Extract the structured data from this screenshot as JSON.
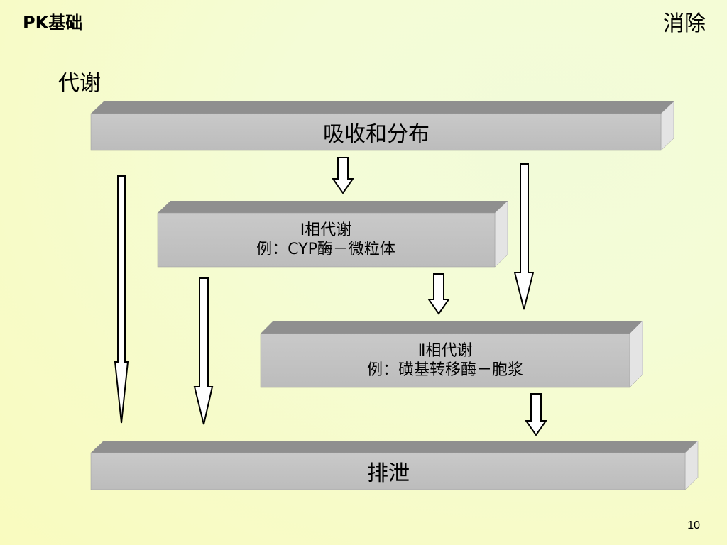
{
  "header": {
    "left_title": "PK基础",
    "right_title": "消除"
  },
  "section": {
    "title": "代谢"
  },
  "boxes": {
    "absorption": {
      "label": "吸收和分布"
    },
    "phase1": {
      "line1": "Ⅰ相代谢",
      "line2": "例：CYP酶－微粒体"
    },
    "phase2": {
      "line1": "Ⅱ相代谢",
      "line2": "例：磺基转移酶－胞浆"
    },
    "excretion": {
      "label": "排泄"
    }
  },
  "footer": {
    "page_number": "10"
  },
  "colors": {
    "box_face": "#bfbfbf",
    "box_top": "#8f8f8f",
    "box_side": "#e4e4e4",
    "arrow_fill": "#ffffff",
    "arrow_stroke": "#000000"
  }
}
